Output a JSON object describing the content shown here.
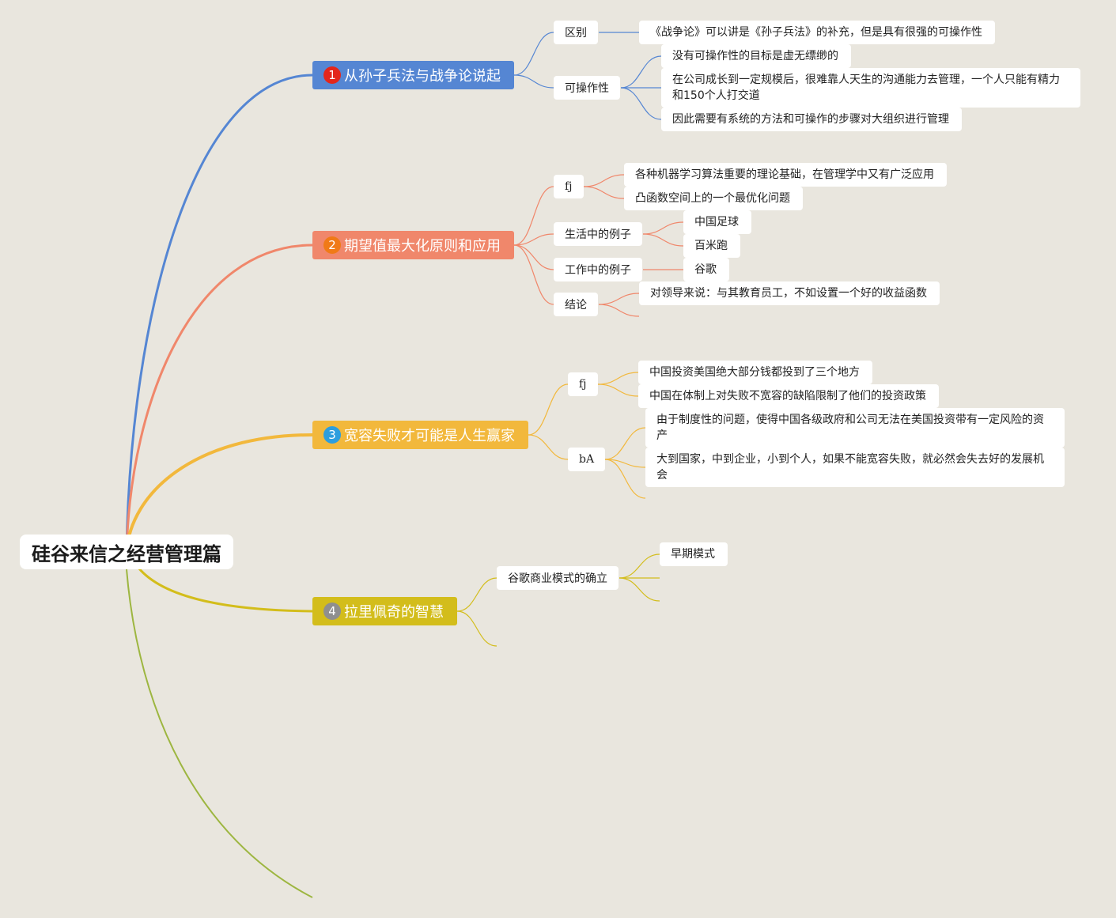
{
  "root": {
    "title": "硅谷来信之经营管理篇"
  },
  "colors": {
    "blue": "#5586d3",
    "salmon": "#f0876b",
    "amber": "#f2b83c",
    "mustard": "#d3bd1b",
    "olive": "#9db640",
    "badge1": "#e3261b",
    "badge2": "#f07a17",
    "badge3": "#2d9ede",
    "badge4": "#8f8f8f"
  },
  "branches": [
    {
      "index": "1",
      "title": "从孙子兵法与战争论说起",
      "children": [
        {
          "label": "区别",
          "items": [
            "《战争论》可以讲是《孙子兵法》的补充，但是具有很强的可操作性"
          ]
        },
        {
          "label": "可操作性",
          "items": [
            "没有可操作性的目标是虚无缥缈的",
            "在公司成长到一定规模后，很难靠人天生的沟通能力去管理，一个人只能有精力和150个人打交道",
            "因此需要有系统的方法和可操作的步骤对大组织进行管理"
          ]
        }
      ]
    },
    {
      "index": "2",
      "title": "期望值最大化原则和应用",
      "children": [
        {
          "label": "fj",
          "items": [
            "各种机器学习算法重要的理论基础，在管理学中又有广泛应用",
            "凸函数空间上的一个最优化问题"
          ]
        },
        {
          "label": "生活中的例子",
          "items": [
            "中国足球",
            "百米跑"
          ]
        },
        {
          "label": "工作中的例子",
          "items": [
            "谷歌"
          ]
        },
        {
          "label": "结论",
          "items": [
            "对领导来说：与其教育员工，不如设置一个好的收益函数"
          ]
        }
      ]
    },
    {
      "index": "3",
      "title": "宽容失败才可能是人生赢家",
      "children": [
        {
          "label": "fj",
          "items": [
            "中国投资美国绝大部分钱都投到了三个地方",
            "中国在体制上对失败不宽容的缺陷限制了他们的投资政策"
          ]
        },
        {
          "label": "bA",
          "items": [
            "由于制度性的问题，使得中国各级政府和公司无法在美国投资带有一定风险的资产",
            "大到国家，中到企业，小到个人，如果不能宽容失败，就必然会失去好的发展机会"
          ]
        }
      ]
    },
    {
      "index": "4",
      "title": "拉里佩奇的智慧",
      "children": [
        {
          "label": "谷歌商业模式的确立",
          "items": [
            "早期模式"
          ]
        }
      ]
    }
  ]
}
